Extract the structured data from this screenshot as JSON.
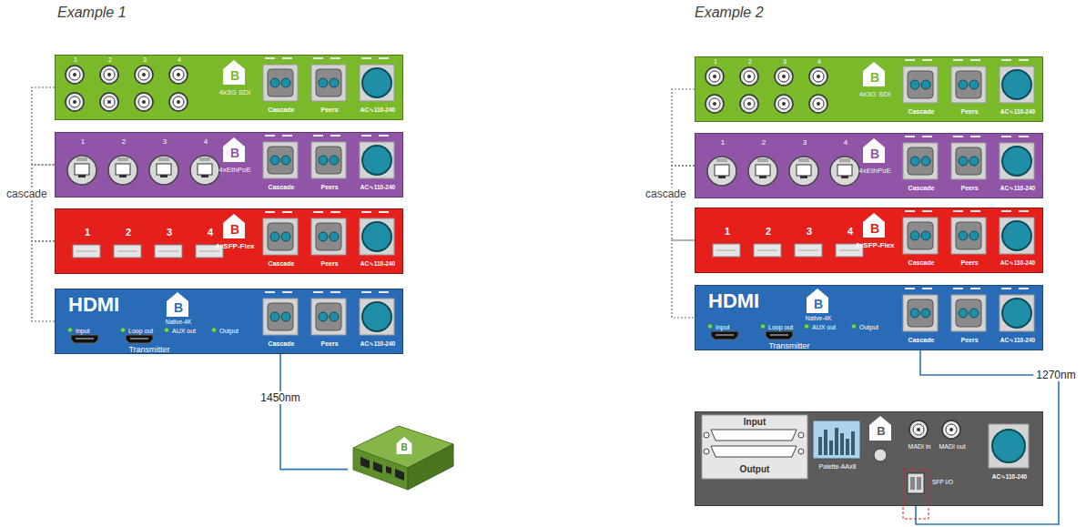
{
  "diagram": {
    "nodes": [
      {
        "text": [
          "1",
          "2",
          "3",
          "4",
          "B",
          "4x3G SDI",
          "Cascade",
          "Peers",
          "AC∿110-240"
        ]
      },
      {
        "text": [
          "1",
          "2",
          "3",
          "4",
          "B",
          "4xEthPoE",
          "Cascade",
          "Peers",
          "AC∿110-240"
        ]
      },
      {
        "text": [
          "1",
          "2",
          "3",
          "4",
          "B",
          "4xSFP-Flex",
          "Cascade",
          "Peers",
          "AC∿110-240"
        ]
      },
      {
        "text": [
          "HDMI",
          "B",
          "Native-4K",
          "Input",
          "Loop out",
          "AUX out",
          "Output",
          "Transmitter",
          "Cascade",
          "Peers",
          "AC∿110-240"
        ]
      },
      {
        "text": [
          "B"
        ]
      },
      {
        "text": [
          "1",
          "2",
          "3",
          "4",
          "B",
          "4x3G SDI",
          "Cascade",
          "Peers",
          "AC∿110-240"
        ]
      },
      {
        "text": [
          "1",
          "2",
          "3",
          "4",
          "B",
          "4xEthPoE",
          "Cascade",
          "Peers",
          "AC∿110-240"
        ]
      },
      {
        "text": [
          "1",
          "2",
          "3",
          "4",
          "B",
          "4xSFP-Flex",
          "Cascade",
          "Peers",
          "AC∿110-240"
        ]
      },
      {
        "text": [
          "HDMI",
          "B",
          "Native-4K",
          "Input",
          "Loop out",
          "AUX out",
          "Output",
          "Transmitter",
          "Cascade",
          "Peers",
          "AC∿110-240"
        ]
      },
      {
        "text": [
          "Input",
          "Output",
          "Palette-AAx8",
          "B",
          "MADI in",
          "MADI out",
          "SFP I/O",
          "AC∿110-240"
        ]
      }
    ],
    "edges": [
      {
        "from": 0,
        "to": 1,
        "arrow": "none"
      },
      {
        "from": 1,
        "to": 2,
        "arrow": "none"
      },
      {
        "from": 2,
        "to": 3,
        "arrow": "none"
      },
      {
        "from": 3,
        "to": 4,
        "label": "1450nm",
        "arrow": "none"
      },
      {
        "from": 5,
        "to": 6,
        "arrow": "none"
      },
      {
        "from": 6,
        "to": 7,
        "arrow": "none"
      },
      {
        "from": 7,
        "to": 8,
        "arrow": "none"
      },
      {
        "from": 8,
        "to": 9,
        "label": "1270nm",
        "arrow": "none"
      }
    ],
    "labels": [
      "Example 1",
      "Example 2",
      "cascade",
      "cascade"
    ]
  }
}
